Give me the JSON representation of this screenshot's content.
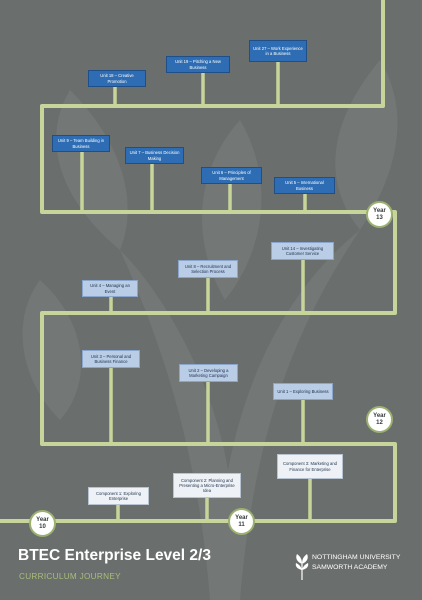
{
  "units": {
    "u18": "Unit 18 – Creative Promotion",
    "u19": "Unit 19 – Pitching a New Business",
    "u27": "Unit 27 – Work Experience in a Business",
    "u9": "Unit 9 – Team Building in Business",
    "u7": "Unit 7 – Business Decision Making",
    "u6": "Unit 6 – Principles of Management",
    "u5": "Unit 5 – International Business",
    "u14": "Unit 14 – Investigating Customer Service",
    "u8": "Unit 8 – Recruitment and Selection Process",
    "u4": "Unit 4 – Managing an Event",
    "u3": "Unit 3 – Personal and Business Finance",
    "u2": "Unit 2 – Developing a Marketing Campaign",
    "u1": "Unit 1 – Exploring Business",
    "c3": "Component 3: Marketing and Finance for Enterprise",
    "c2": "Component 2: Planning and Presenting a Micro-Enterprise Idea",
    "c1": "Component 1: Exploring Enterprise"
  },
  "years": {
    "y13": {
      "label": "Year",
      "num": "13"
    },
    "y12": {
      "label": "Year",
      "num": "12"
    },
    "y11": {
      "label": "Year",
      "num": "11"
    },
    "y10": {
      "label": "Year",
      "num": "10"
    }
  },
  "footer": {
    "title": "BTEC Enterprise Level 2/3",
    "subtitle": "CURRICULUM JOURNEY",
    "school_line1": "NOTTINGHAM UNIVERSITY",
    "school_line2": "SAMWORTH ACADEMY"
  },
  "colors": {
    "background": "#6a6e6d",
    "path": "#c7d59a",
    "dark_box": "#2e6db3",
    "light_box": "#b9cde7"
  }
}
